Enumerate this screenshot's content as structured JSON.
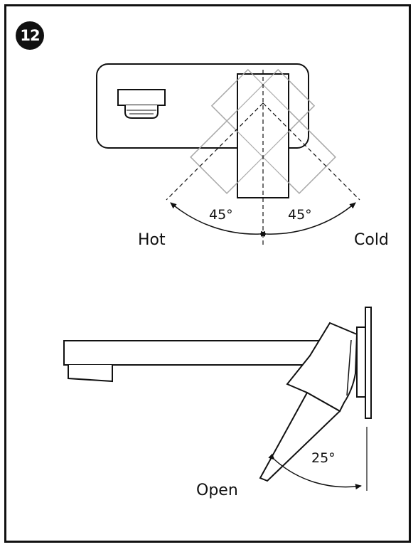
{
  "step": {
    "number": "12"
  },
  "top_view": {
    "hot_label": "Hot",
    "cold_label": "Cold",
    "angle_left": "45°",
    "angle_right": "45°"
  },
  "side_view": {
    "open_label": "Open",
    "angle": "25°"
  }
}
